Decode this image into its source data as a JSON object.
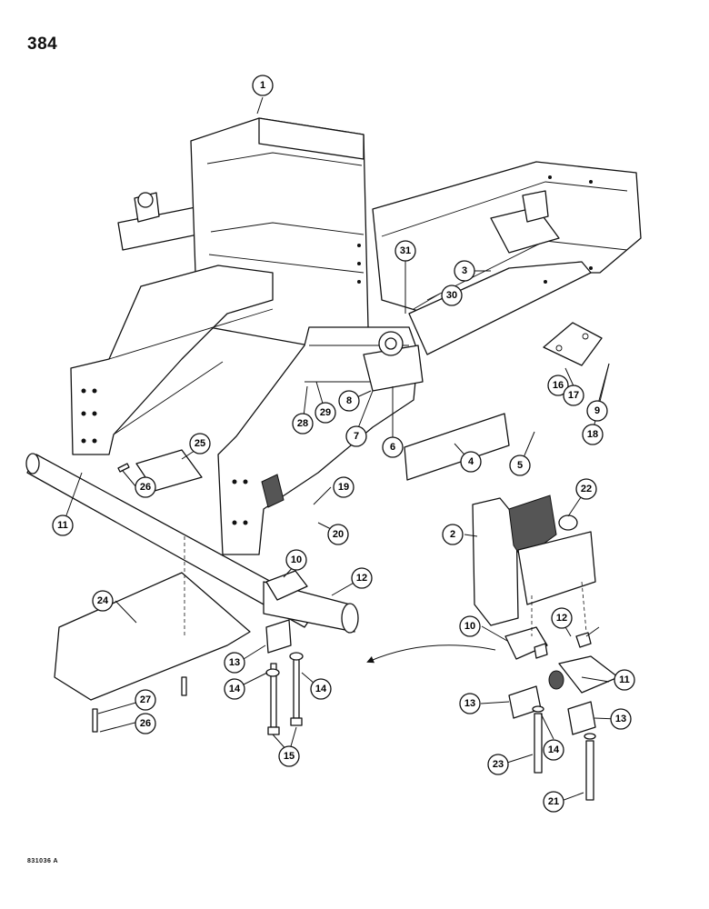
{
  "page": {
    "number": "384",
    "figure_code": "831036 A"
  },
  "callouts": [
    "1",
    "2",
    "3",
    "4",
    "5",
    "6",
    "7",
    "8",
    "9",
    "10",
    "11",
    "12",
    "13",
    "14",
    "15",
    "16",
    "17",
    "18",
    "19",
    "20",
    "21",
    "22",
    "23",
    "24",
    "25",
    "26",
    "27",
    "28",
    "29",
    "30",
    "31"
  ]
}
